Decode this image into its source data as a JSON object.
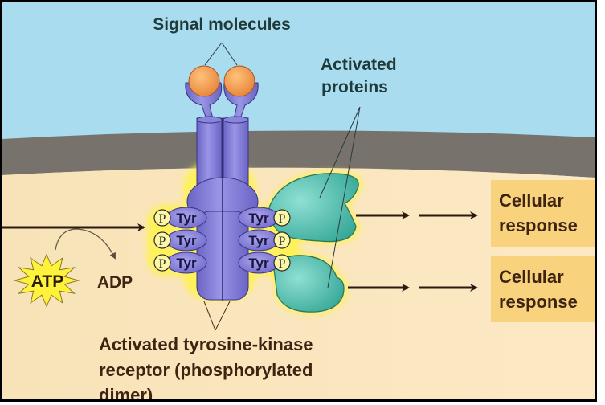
{
  "figure": {
    "title": "Activated tyrosine-kinase receptor signaling",
    "colors": {
      "extracellular": "#a9dcef",
      "membrane": "#77736c",
      "cytoplasm": "#fbe6bd",
      "receptor": "#7f7ad2",
      "receptor_outline": "#3a3580",
      "signal_molecule": "#f3994a",
      "activated_protein": "#3fb3a3",
      "glow": "#fff34a",
      "response_box": "#f8d27c",
      "label_dark": "#1f3a3a",
      "label_brown": "#3d2412",
      "atp_star": "#fff23a"
    }
  },
  "labels": {
    "signal_molecules": "Signal molecules",
    "activated_proteins_line1": "Activated",
    "activated_proteins_line2": "proteins",
    "receptor_line1": "Activated tyrosine-kinase",
    "receptor_line2": "receptor (phosphorylated",
    "receptor_line3": "dimer)",
    "atp": "ATP",
    "adp": "ADP",
    "phosphate": "P",
    "tyrosine": "Tyr"
  },
  "responses": [
    {
      "line1": "Cellular",
      "line2": "response"
    },
    {
      "line1": "Cellular",
      "line2": "response"
    }
  ],
  "phospho_sites": {
    "left": [
      "Tyr",
      "Tyr",
      "Tyr"
    ],
    "right": [
      "Tyr",
      "Tyr",
      "Tyr"
    ]
  }
}
